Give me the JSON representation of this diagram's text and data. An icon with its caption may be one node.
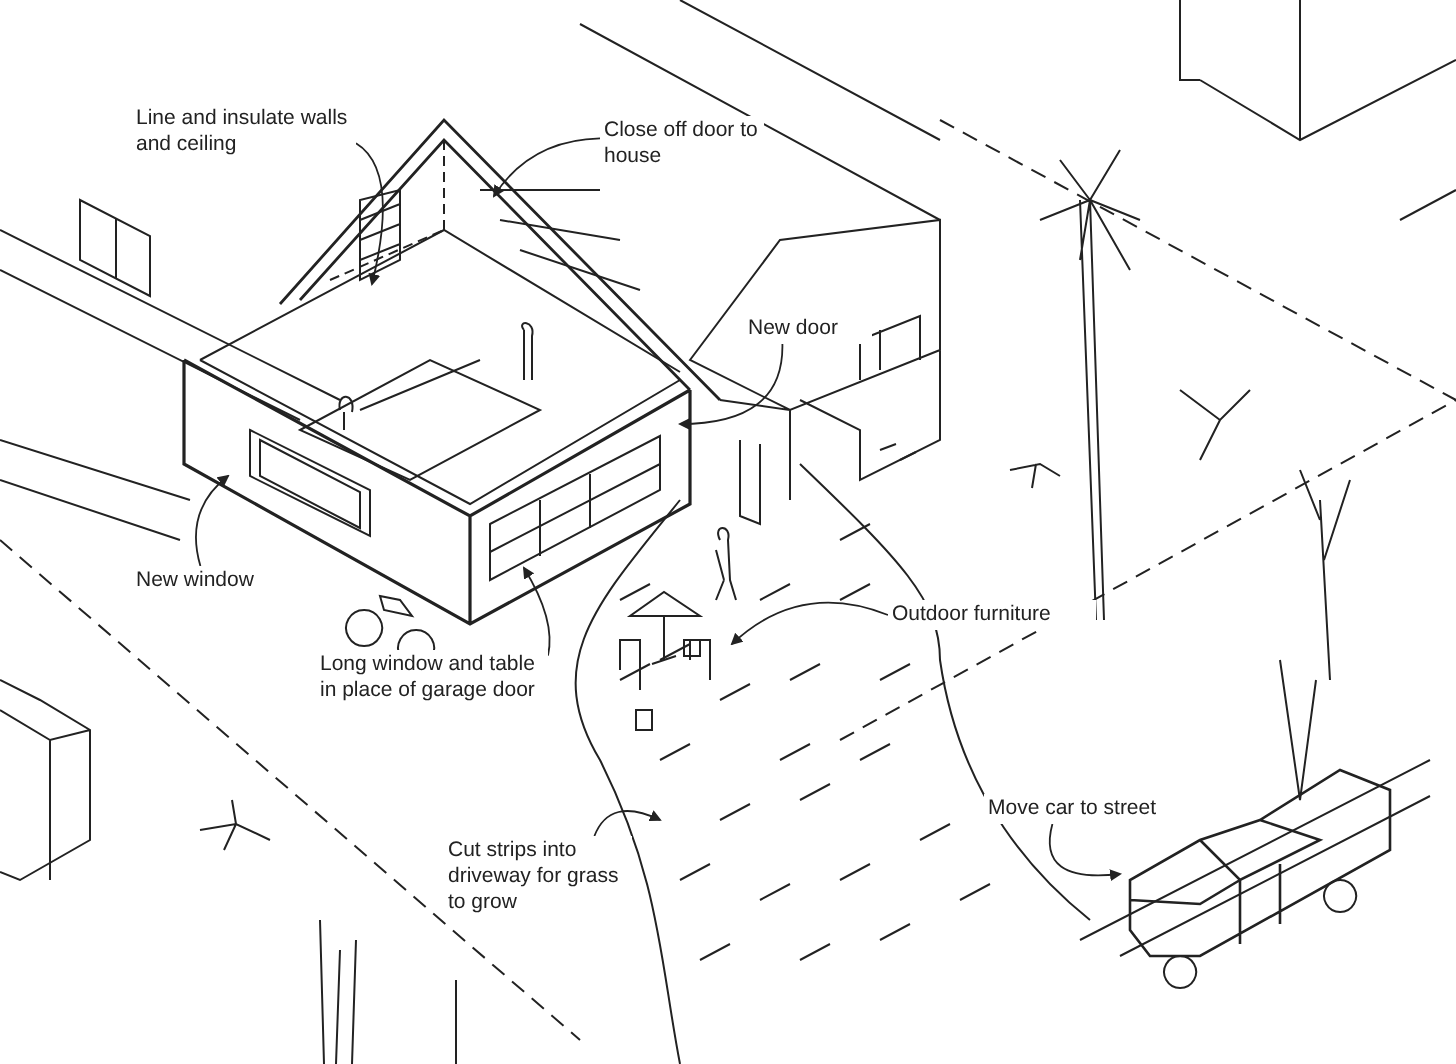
{
  "diagram": {
    "nodes": [
      {
        "text": [
          "Line and insulate walls and ceiling"
        ]
      },
      {
        "text": [
          "Close off door to house"
        ]
      },
      {
        "text": [
          "New door"
        ]
      },
      {
        "text": [
          "New window"
        ]
      },
      {
        "text": [
          "Long window and table in place of garage door"
        ]
      },
      {
        "text": [
          "Outdoor furniture"
        ]
      },
      {
        "text": [
          "Cut strips into driveway for grass to grow"
        ]
      },
      {
        "text": [
          "Move car to street"
        ]
      }
    ],
    "edges": [
      {
        "from": 0,
        "to": null,
        "arrow": "to"
      },
      {
        "from": 1,
        "to": null,
        "arrow": "to"
      },
      {
        "from": 2,
        "to": null,
        "arrow": "to"
      },
      {
        "from": 3,
        "to": null,
        "arrow": "to"
      },
      {
        "from": 4,
        "to": null,
        "arrow": "to"
      },
      {
        "from": 5,
        "to": null,
        "arrow": "to"
      },
      {
        "from": 6,
        "to": null,
        "arrow": "to"
      },
      {
        "from": 7,
        "to": null,
        "arrow": "to"
      }
    ]
  }
}
